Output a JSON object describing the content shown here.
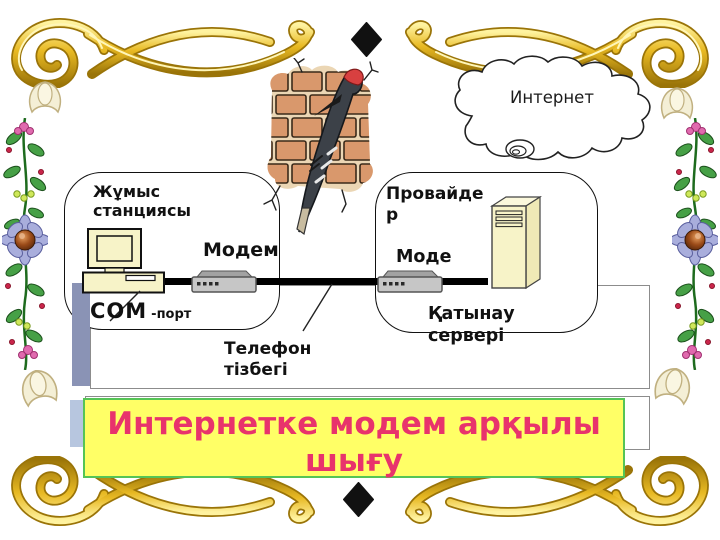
{
  "slide_title": {
    "text": "Интернетке модем арқылы\nшығу",
    "bg_color": "#FFFF66",
    "border_color": "#55C455",
    "text_color": "#E8336C"
  },
  "diagram": {
    "cloud_label": "Интернет",
    "workstation_label": "Жұмыс\nстанциясы",
    "modem_left_label": "Модем",
    "com_port": {
      "com": "COM",
      "port": "-порт"
    },
    "provider_label": "Провайде\nр",
    "modem_right_label": "Моде",
    "access_server_label": "Қатынау\nсервері",
    "phone_line_label": "Телефон\nтізбегі"
  },
  "icons": {
    "workstation": "desktop-computer-icon",
    "modem": "modem-icon",
    "server": "server-tower-icon",
    "cloud": "internet-cloud-shape",
    "center_art": "woodpecker-on-brick-wall-clipart",
    "flourish": "gold-flourish-ornament",
    "diamond": "black-diamond-ornament",
    "garland": "flower-garland-ornament",
    "tulip": "pale-tulip-ornament"
  },
  "colors": {
    "gold_dark": "#9A7408",
    "gold_mid": "#E8B923",
    "gold_light": "#FFF3A0",
    "device_fill": "#F7F3C8",
    "modem_fill": "#C6C6C6",
    "bar_dark": "#8A93B5",
    "bar_light": "#B7C6DF",
    "rect_border": "#8C8C8C",
    "connection_line": "#000000"
  }
}
